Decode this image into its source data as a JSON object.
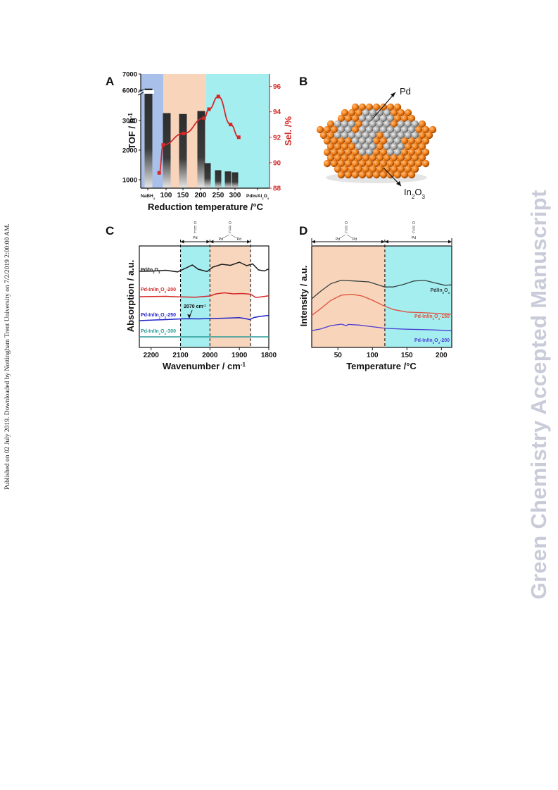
{
  "side_note": "Published on 02 July 2019. Downloaded by Nottingham Trent University on 7/2/2019 2:00:00 AM.",
  "watermark": "Green Chemistry Accepted Manuscript",
  "colors": {
    "blue_region": "#a9c1ea",
    "orange_region": "#f8d4bb",
    "cyan_region": "#a5eef0",
    "selectivity_red": "#d42828"
  },
  "chart_data": [
    {
      "panel": "A",
      "type": "bar",
      "categories": [
        "NaBH4",
        "100",
        "150",
        "200",
        "250",
        "300",
        "PdIn/Al2O3"
      ],
      "category_labels": [
        {
          "text": "NaBH",
          "sub": "4"
        },
        {
          "text": "100"
        },
        {
          "text": "150"
        },
        {
          "text": "200"
        },
        {
          "text": "250"
        },
        {
          "text": "300"
        },
        {
          "text": "PdIn/Al",
          "sub": "2",
          "text2": "O",
          "sub2": "3"
        }
      ],
      "bars": [
        {
          "category": "NaBH4",
          "value": 6100
        },
        {
          "category": "100",
          "value": 3250
        },
        {
          "category": "150",
          "value": 3220
        },
        {
          "category": "200",
          "value": 3320
        },
        {
          "category": "225",
          "value": 1560
        },
        {
          "category": "250",
          "value": 1320
        },
        {
          "category": "275",
          "value": 1280
        },
        {
          "category": "300",
          "value": 1250
        }
      ],
      "selectivity_points": [
        {
          "T": 90,
          "value": 89.2
        },
        {
          "T": 100,
          "value": 91.4
        },
        {
          "T": 150,
          "value": 92.3
        },
        {
          "T": 200,
          "value": 93.5
        },
        {
          "T": 212,
          "value": 94.2
        },
        {
          "T": 235,
          "value": 95.2
        },
        {
          "T": 265,
          "value": 93.0
        },
        {
          "T": 285,
          "value": 92.0
        }
      ],
      "xlabel": "Reduction temperature /°C",
      "ylabel": {
        "text": "TOF / h",
        "sup": "-1"
      },
      "y2label": "Sel. /%",
      "y_ticks": [
        "1000",
        "2000",
        "3000",
        "6000",
        "7000"
      ],
      "y2_ticks": [
        "88",
        "90",
        "92",
        "94",
        "96"
      ],
      "y2lim": [
        88,
        96.5
      ],
      "axis_break": true,
      "grid": false
    },
    {
      "panel": "C",
      "type": "line",
      "xlabel": {
        "text": "Wavenumber / cm",
        "sup": "-1"
      },
      "ylabel": "Absorption / a.u.",
      "x_ticks": [
        "2200",
        "2100",
        "2000",
        "1900",
        "1800"
      ],
      "xlim": [
        2240,
        1800
      ],
      "regions": [
        {
          "from": 2100,
          "to": 2000,
          "color": "#a5eef0"
        },
        {
          "from": 2000,
          "to": 1862,
          "color": "#f8d4bb"
        }
      ],
      "guide_lines_x": [
        2100,
        2000,
        1862
      ],
      "adsorption_labels": [
        "Pd",
        "Pd",
        "Pd"
      ],
      "annotation": {
        "text": "2070 cm",
        "sup": "-1",
        "x": 2070
      },
      "series": [
        {
          "label": "Pd/In",
          "sub": "2",
          "label2": "O",
          "sub2": "3",
          "color": "#1a1a1a",
          "points": [
            [
              2240,
              0.2
            ],
            [
              2200,
              0.25
            ],
            [
              2150,
              0.5
            ],
            [
              2110,
              0.05
            ],
            [
              2080,
              1.2
            ],
            [
              2060,
              2.0
            ],
            [
              2040,
              0.8
            ],
            [
              2010,
              0.15
            ],
            [
              1990,
              1.4
            ],
            [
              1960,
              2.2
            ],
            [
              1930,
              1.9
            ],
            [
              1900,
              2.8
            ],
            [
              1875,
              1.8
            ],
            [
              1855,
              2.3
            ],
            [
              1835,
              0.6
            ],
            [
              1815,
              0.3
            ],
            [
              1800,
              0.9
            ]
          ]
        },
        {
          "label": "Pd-In/In",
          "sub": "2",
          "label2": "O",
          "sub2": "3",
          "label3": "-200",
          "color": "#d42828",
          "points": [
            [
              2240,
              0.2
            ],
            [
              2150,
              0.3
            ],
            [
              2100,
              0.15
            ],
            [
              2050,
              0.05
            ],
            [
              2000,
              0.4
            ],
            [
              1980,
              1.0
            ],
            [
              1950,
              1.3
            ],
            [
              1920,
              1.0
            ],
            [
              1890,
              1.1
            ],
            [
              1862,
              0.9
            ],
            [
              1845,
              0.0
            ],
            [
              1830,
              0.1
            ],
            [
              1800,
              0.45
            ]
          ]
        },
        {
          "label": "Pd-In/In",
          "sub": "2",
          "label2": "O",
          "sub2": "3",
          "label3": "-250",
          "color": "#2222c8",
          "points": [
            [
              2240,
              0.0
            ],
            [
              2200,
              0.15
            ],
            [
              2150,
              0.3
            ],
            [
              2100,
              0.5
            ],
            [
              2070,
              0.55
            ],
            [
              2040,
              0.5
            ],
            [
              2000,
              0.6
            ],
            [
              1950,
              0.7
            ],
            [
              1900,
              0.85
            ],
            [
              1880,
              0.6
            ],
            [
              1865,
              0.3
            ],
            [
              1850,
              0.9
            ],
            [
              1830,
              1.2
            ],
            [
              1800,
              1.5
            ]
          ]
        },
        {
          "label": "Pd-In/In",
          "sub": "2",
          "label2": "O",
          "sub2": "3",
          "label3": "-300",
          "color": "#2a9a96",
          "points": [
            [
              2240,
              0.0
            ],
            [
              1800,
              0.0
            ]
          ]
        }
      ]
    },
    {
      "panel": "D",
      "type": "line",
      "xlabel": "Temperature /°C",
      "ylabel": "Intensity / a.u.",
      "x_ticks": [
        "50",
        "100",
        "150",
        "200"
      ],
      "xlim": [
        12,
        215
      ],
      "regions": [
        {
          "from": 12,
          "to": 118,
          "color": "#f8d4bb"
        },
        {
          "from": 118,
          "to": 215,
          "color": "#a5eef0"
        }
      ],
      "guide_lines_x": [
        118
      ],
      "adsorption_labels": [
        "Pd",
        "Pd",
        "Pd"
      ],
      "series": [
        {
          "label": "Pd/In",
          "sub": "2",
          "label2": "O",
          "sub2": "3",
          "color": "#33403f",
          "points": [
            [
              12,
              0.5
            ],
            [
              25,
              1.4
            ],
            [
              40,
              2.3
            ],
            [
              55,
              2.7
            ],
            [
              75,
              2.6
            ],
            [
              95,
              2.5
            ],
            [
              110,
              2.1
            ],
            [
              118,
              1.9
            ],
            [
              130,
              1.9
            ],
            [
              145,
              2.2
            ],
            [
              160,
              2.6
            ],
            [
              175,
              2.7
            ],
            [
              190,
              2.4
            ],
            [
              205,
              2.1
            ],
            [
              215,
              2.15
            ]
          ]
        },
        {
          "label": "Pd-In/In",
          "sub": "2",
          "label2": "O",
          "sub2": "3",
          "label3": "-150",
          "color": "#e0503a",
          "points": [
            [
              12,
              0.2
            ],
            [
              25,
              1.0
            ],
            [
              40,
              2.0
            ],
            [
              55,
              2.6
            ],
            [
              70,
              2.7
            ],
            [
              85,
              2.5
            ],
            [
              100,
              2.0
            ],
            [
              115,
              1.4
            ],
            [
              130,
              0.9
            ],
            [
              150,
              0.6
            ],
            [
              180,
              0.5
            ],
            [
              215,
              0.35
            ]
          ]
        },
        {
          "label": "Pd-In/In",
          "sub": "2",
          "label2": "O",
          "sub2": "3",
          "label3": "-200",
          "color": "#4a3ed0",
          "points": [
            [
              12,
              0.1
            ],
            [
              25,
              0.4
            ],
            [
              40,
              1.0
            ],
            [
              55,
              1.25
            ],
            [
              62,
              1.0
            ],
            [
              65,
              1.2
            ],
            [
              80,
              1.1
            ],
            [
              100,
              0.8
            ],
            [
              120,
              0.5
            ],
            [
              150,
              0.35
            ],
            [
              185,
              0.25
            ],
            [
              215,
              0.1
            ]
          ]
        }
      ]
    }
  ],
  "panels": {
    "a": "A",
    "b": "B",
    "c": "C",
    "d": "D"
  },
  "diagram_b": {
    "label_top": "Pd",
    "label_bottom": {
      "text": "In",
      "sub": "2",
      "text2": "O",
      "sub2": "3"
    }
  }
}
